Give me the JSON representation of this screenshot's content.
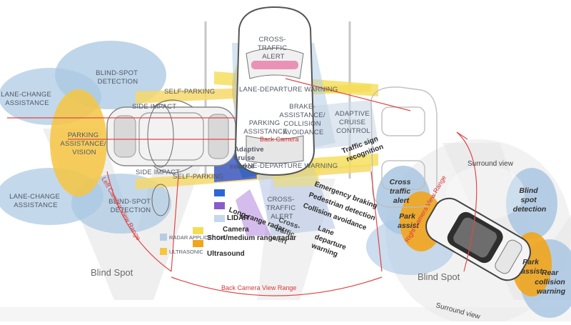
{
  "colors": {
    "blue_zone": "#a9c7e2",
    "yellow_zone": "#f6c542",
    "orange_zone": "#f2a51c",
    "red_line": "#e04848",
    "car_gray": "#f0f0f0",
    "watermark": "#dcdcdc"
  },
  "left_labels": {
    "lane_change_top": [
      "LANE-CHANGE",
      "ASSISTANCE"
    ],
    "blind_spot_top": [
      "BLIND-SPOT",
      "DETECTION"
    ],
    "self_parking_top": "SELF-PARKING",
    "side_impact_top": "SIDE IMPACT",
    "parking_assist_vision": [
      "PARKING",
      "ASSISTANCE/",
      "VISION"
    ],
    "side_impact_bottom": "SIDE IMPACT",
    "self_parking_bottom": "SELF-PARKING",
    "lane_change_bottom": [
      "LANE-CHANGE",
      "ASSISTANCE"
    ],
    "blind_spot_bottom": [
      "BLIND-SPOT",
      "DETECTION"
    ]
  },
  "center_labels": {
    "cross_traffic_top": [
      "CROSS-",
      "TRAFFIC",
      "ALERT"
    ],
    "lane_departure_top": "LANE-DEPARTURE WARNING",
    "parking_assist": [
      "PARKING",
      "ASSISTANCE"
    ],
    "brake_assist": [
      "BRAKE-",
      "ASSISTANCE/",
      "COLLISION",
      "AVOIDANCE"
    ],
    "adaptive_cruise": [
      "ADAPTIVE",
      "CRUISE",
      "CONTROL"
    ],
    "lane_departure_bottom": "LANE-DEPARTURE WARNING",
    "cross_traffic_bottom": [
      "CROSS-",
      "TRAFFIC",
      "ALERT"
    ],
    "back_camera": "Back Camera",
    "adaptive_cruise_overlay": [
      "Adaptive",
      "cruise",
      "control"
    ]
  },
  "feature_list": {
    "traffic_sign": [
      "Traffic sign",
      "recognition"
    ],
    "emergency_braking": "Emergency braking",
    "pedestrian_detection": "Pedestrian detection",
    "collision_avoidance": "Collision avoidance",
    "lane_departure": [
      "Lane",
      "departure",
      "warning"
    ],
    "cross_traffic_alert": [
      "Cross-",
      "traffic",
      "alert"
    ]
  },
  "legend": {
    "long_range_radar": "Long-range radar",
    "lidar": "LIDAR",
    "camera": "Camera",
    "short_medium_radar": "Short/medium range radar",
    "ultrasound": "Ultrasound",
    "radar_application": "RADAR APPLICATION",
    "ultrasonic": "ULTRASONIC"
  },
  "right_labels": {
    "surround_view_top": "Surround view",
    "cross_traffic": [
      "Cross",
      "traffic",
      "alert"
    ],
    "park_assist_left": [
      "Park",
      "assist"
    ],
    "blind_spot": [
      "Blind",
      "spot",
      "detection"
    ],
    "park_assist_right": [
      "Park",
      "assist"
    ],
    "rear_collision": [
      "Rear",
      "collision",
      "warning"
    ],
    "surround_view_bottom": "Surround view"
  },
  "ranges": {
    "left_camera": "Left Camera View Range",
    "right_camera": "Right Camera View Range",
    "back_camera": "Back Camera View Range"
  },
  "blind_spot_left": "Blind Spot",
  "blind_spot_right": "Blind Spot"
}
